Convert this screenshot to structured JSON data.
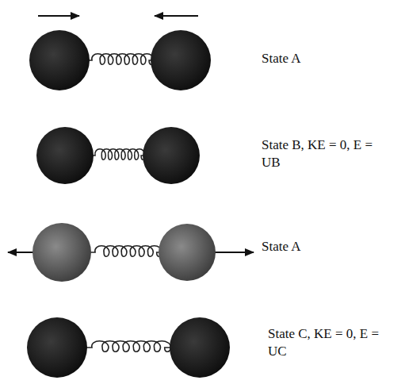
{
  "diagram": {
    "labels": [
      "State A",
      "State B, KE = 0, E = UB",
      "State A",
      "State C, KE = 0, E = UC"
    ]
  }
}
